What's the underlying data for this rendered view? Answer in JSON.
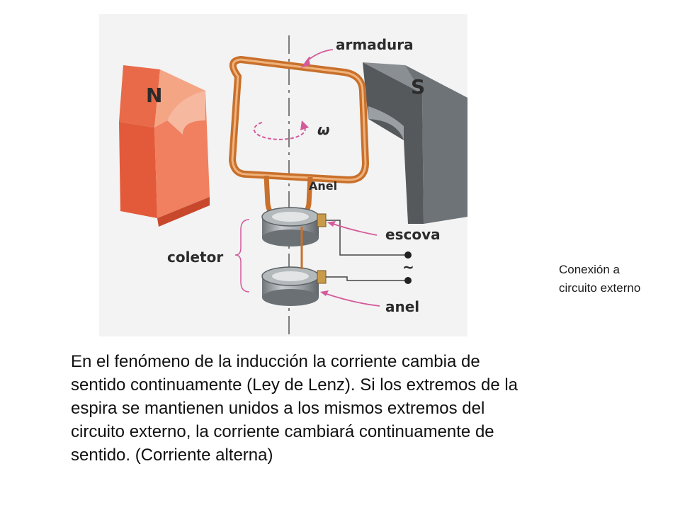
{
  "diagram": {
    "labels": {
      "armadura": "armadura",
      "north": "N",
      "south": "S",
      "omega": "ω",
      "anel_upper": "Anel",
      "escova": "escova",
      "coletor": "coletor",
      "tilde": "~",
      "anel_lower": "anel"
    },
    "colors": {
      "north_magnet": "#f08060",
      "south_magnet": "#6e7377",
      "coil": "#c8702c",
      "arrows": "#d45a9a",
      "rings": "#8f9599"
    }
  },
  "side_note": {
    "line1": "Conexión a",
    "line2": "circuito externo"
  },
  "caption": {
    "line1": "En el fenómeno de la inducción la corriente cambia de",
    "line2": "sentido continuamente (Ley de Lenz). Si los extremos de la",
    "line3": "espira se mantienen unidos a los mismos extremos del",
    "line4": "circuito externo, la corriente cambiará continuamente de",
    "line5": "sentido. (Corriente alterna)"
  }
}
